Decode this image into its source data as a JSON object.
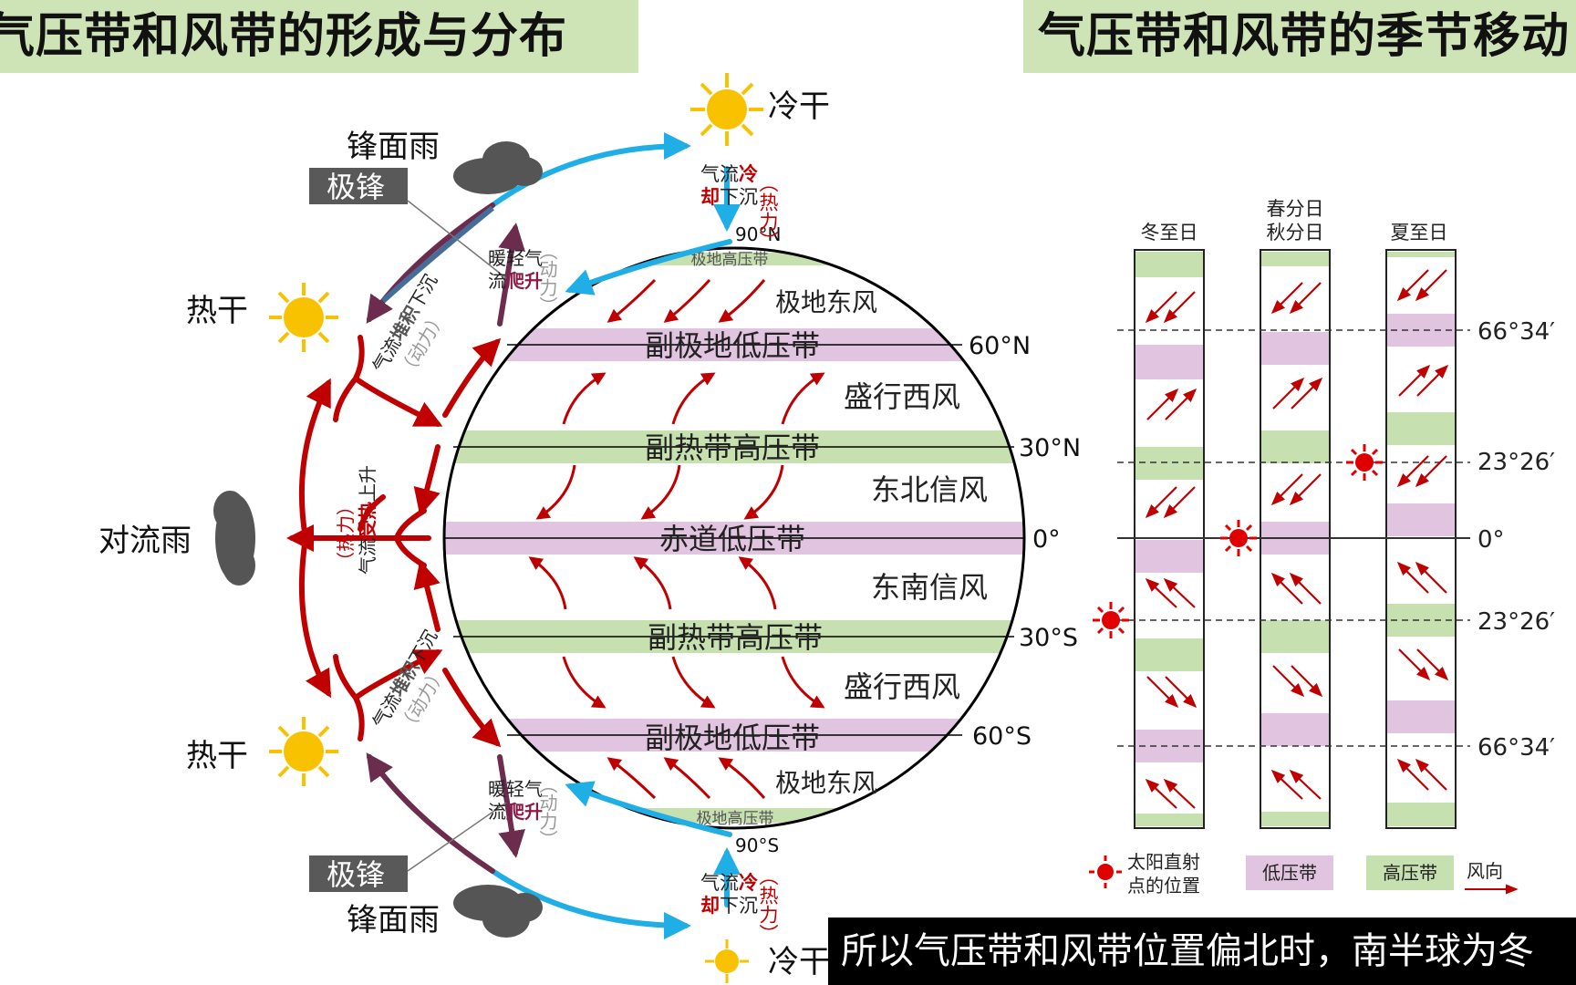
{
  "titles": {
    "left": "气压带和风带的形成与分布",
    "right": "气压带和风带的季节移动"
  },
  "globe": {
    "belts": {
      "polar_high_n": "极地高压带",
      "subpolar_low_n": "副极地低压带",
      "subtropical_high_n": "副热带高压带",
      "equatorial_low": "赤道低压带",
      "subtropical_high_s": "副热带高压带",
      "subpolar_low_s": "副极地低压带",
      "polar_high_s": "极地高压带"
    },
    "winds": {
      "polar_easterly_n": "极地东风",
      "westerly_n": "盛行西风",
      "ne_trade": "东北信风",
      "se_trade": "东南信风",
      "westerly_s": "盛行西风",
      "polar_easterly_s": "极地东风"
    },
    "latitudes": {
      "n90": "90°N",
      "n60": "60°N",
      "n30": "30°N",
      "eq": "0°",
      "s30": "30°S",
      "s60": "60°S",
      "s90": "90°S"
    }
  },
  "circulation": {
    "cold_dry_top": "冷干",
    "cold_dry_bottom": "冷干",
    "hot_dry_top": "热干",
    "hot_dry_bottom": "热干",
    "frontal_rain_top": "锋面雨",
    "frontal_rain_bottom": "锋面雨",
    "polar_front_top": "极锋",
    "polar_front_bottom": "极锋",
    "convective_rain": "对流雨",
    "airflow_cool_sink": [
      "气流",
      "冷",
      "却",
      "下沉"
    ],
    "airflow_heat_rise": [
      "气流",
      "受",
      "热",
      "上升"
    ],
    "airflow_pile_sink": [
      "气流",
      "堆",
      "积",
      "下沉"
    ],
    "warm_light_climb": [
      "暖轻气",
      "流",
      "爬",
      "升"
    ],
    "thermal": "（热力）",
    "dynamic": "（动力）"
  },
  "seasonal": {
    "columns": {
      "winter": "冬至日",
      "equinox_spring": "春分日",
      "equinox_autumn": "秋分日",
      "summer": "夏至日"
    },
    "lat_labels": {
      "n6634": "66°34′",
      "n2326": "23°26′",
      "eq": "0°",
      "s2326": "23°26′",
      "s6634": "66°34′"
    },
    "legend": {
      "sun_line1": "太阳直射",
      "sun_line2": "点的位置",
      "low": "低压带",
      "high": "高压带",
      "wind": "风向"
    }
  },
  "colors": {
    "high_pressure": "#c6e0b0",
    "low_pressure": "#e1c4e0",
    "warm_arrow": "#c00000",
    "cold_arrow": "#1faee6",
    "sun": "#f8c200"
  },
  "subtitle": "所以气压带和风带位置偏北时，南半球为冬"
}
